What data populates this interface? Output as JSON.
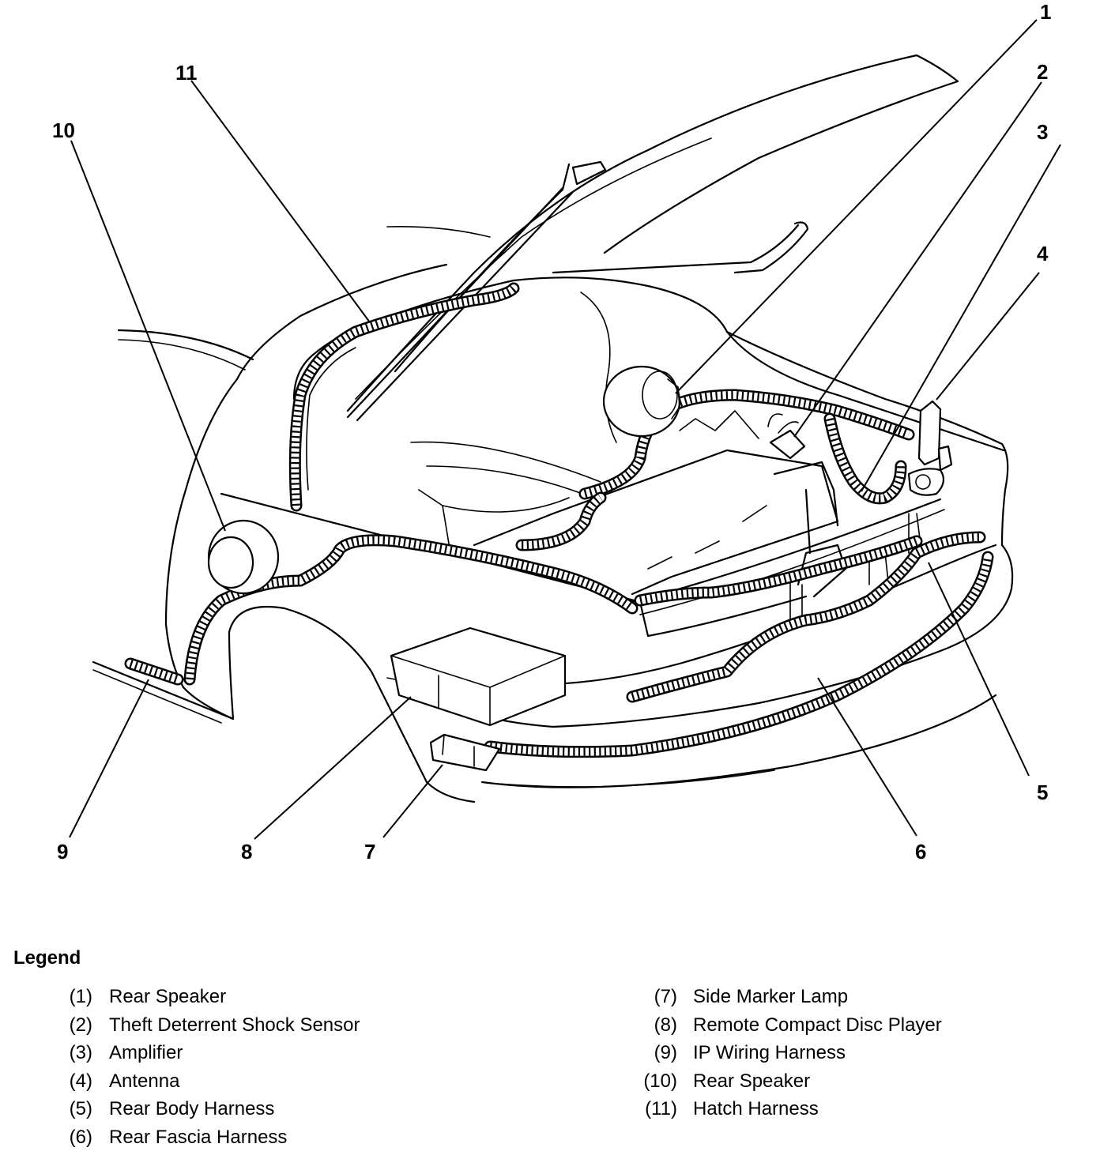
{
  "callouts": [
    {
      "number": "1"
    },
    {
      "number": "2"
    },
    {
      "number": "3"
    },
    {
      "number": "4"
    },
    {
      "number": "5"
    },
    {
      "number": "6"
    },
    {
      "number": "7"
    },
    {
      "number": "8"
    },
    {
      "number": "9"
    },
    {
      "number": "10"
    },
    {
      "number": "11"
    }
  ],
  "legend": {
    "title": "Legend",
    "items": [
      {
        "number": "(1)",
        "label": "Rear Speaker"
      },
      {
        "number": "(2)",
        "label": "Theft Deterrent Shock Sensor"
      },
      {
        "number": "(3)",
        "label": "Amplifier"
      },
      {
        "number": "(4)",
        "label": "Antenna"
      },
      {
        "number": "(5)",
        "label": "Rear Body Harness"
      },
      {
        "number": "(6)",
        "label": "Rear Fascia Harness"
      },
      {
        "number": "(7)",
        "label": "Side Marker Lamp"
      },
      {
        "number": "(8)",
        "label": "Remote Compact Disc Player"
      },
      {
        "number": "(9)",
        "label": "IP Wiring Harness"
      },
      {
        "number": "(10)",
        "label": "Rear Speaker"
      },
      {
        "number": "(11)",
        "label": "Hatch Harness"
      }
    ]
  }
}
